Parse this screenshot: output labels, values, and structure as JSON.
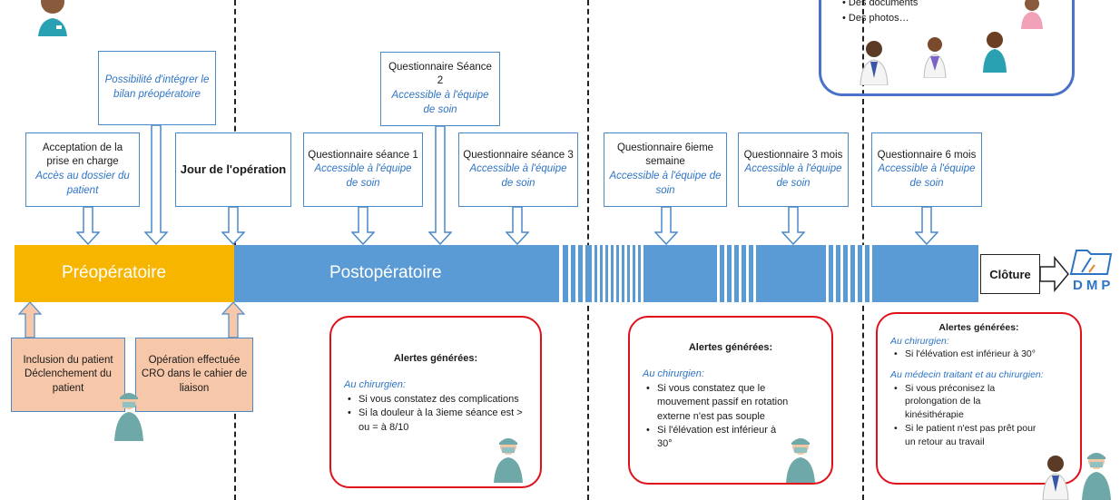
{
  "phases": {
    "pre": "Préopératoire",
    "post": "Postopératoire"
  },
  "cloture": "Clôture",
  "dmp": {
    "label": "DMP"
  },
  "top_boxes": [
    {
      "title": "Acceptation de la prise en charge",
      "sub": "Accès au dossier du patient"
    },
    {
      "title": "",
      "sub": "Possibilité d'intégrer le bilan préopératoire"
    },
    {
      "title": "Jour de l'opération",
      "sub": ""
    },
    {
      "title": "Questionnaire séance 1",
      "sub": "Accessible à l'équipe de soin"
    },
    {
      "title": "Questionnaire Séance 2",
      "sub": "Accessible à l'équipe de soin"
    },
    {
      "title": "Questionnaire séance  3",
      "sub": "Accessible à l'équipe de soin"
    },
    {
      "title": "Questionnaire 6ieme semaine",
      "sub": "Accessible à l'équipe de soin"
    },
    {
      "title": "Questionnaire 3 mois",
      "sub": "Accessible à l'équipe de soin"
    },
    {
      "title": "Questionnaire 6 mois",
      "sub": "Accessible à l'équipe de soin"
    }
  ],
  "bottom_boxes": [
    {
      "text": "Inclusion du patient Déclenchement du patient"
    },
    {
      "text": "Opération effectuée CRO dans le cahier de liaison"
    }
  ],
  "docs_list": [
    "Des documents",
    "Des photos…"
  ],
  "alerts": [
    {
      "heading": "Alertes générées:",
      "groups": [
        {
          "who": "Au chirurgien:",
          "items": [
            "Si vous constatez des complications",
            "Si la douleur à la 3ieme séance est > ou = à 8/10"
          ]
        }
      ]
    },
    {
      "heading": "Alertes générées:",
      "groups": [
        {
          "who": "Au chirurgien:",
          "items": [
            "Si vous constatez que le mouvement passif en rotation externe n'est pas souple",
            "Si l'élévation est inférieur à 30°"
          ]
        }
      ]
    },
    {
      "heading": "Alertes générées:",
      "groups": [
        {
          "who": "Au chirurgien:",
          "items": [
            "Si l'élévation est inférieur à 30°"
          ]
        },
        {
          "who": "Au médecin traitant et au chirurgien:",
          "items": [
            "Si vous préconisez la prolongation de la kinésithérapie",
            "Si le patient n'est pas prêt pour un retour au travail"
          ]
        }
      ]
    }
  ],
  "colors": {
    "pre": "#f7b500",
    "post": "#5b9bd5",
    "box_border": "#4a89c8",
    "italic_blue": "#2e74c5",
    "alert_red": "#e0101a",
    "peach": "#f6c7a9"
  }
}
